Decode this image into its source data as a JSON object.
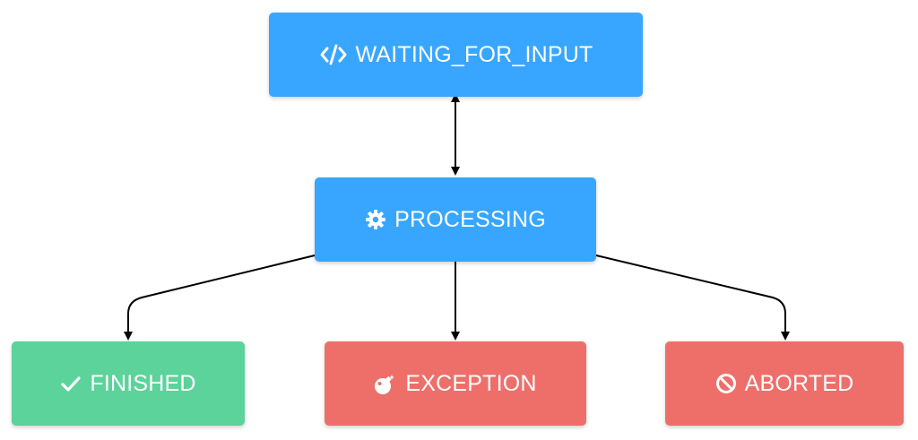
{
  "diagram": {
    "nodes": {
      "waiting": {
        "label": "WAITING_FOR_INPUT",
        "icon": "code-icon",
        "color": "#38a6ff"
      },
      "processing": {
        "label": "PROCESSING",
        "icon": "gear-icon",
        "color": "#38a6ff"
      },
      "finished": {
        "label": "FINISHED",
        "icon": "check-icon",
        "color": "#5bd39a"
      },
      "exception": {
        "label": "EXCEPTION",
        "icon": "bomb-icon",
        "color": "#ee6f6a"
      },
      "aborted": {
        "label": "ABORTED",
        "icon": "prohibited-icon",
        "color": "#ee6f6a"
      }
    },
    "edges": [
      {
        "from": "waiting",
        "to": "processing",
        "direction": "both"
      },
      {
        "from": "processing",
        "to": "finished",
        "direction": "forward"
      },
      {
        "from": "processing",
        "to": "exception",
        "direction": "forward"
      },
      {
        "from": "processing",
        "to": "aborted",
        "direction": "forward"
      }
    ]
  }
}
